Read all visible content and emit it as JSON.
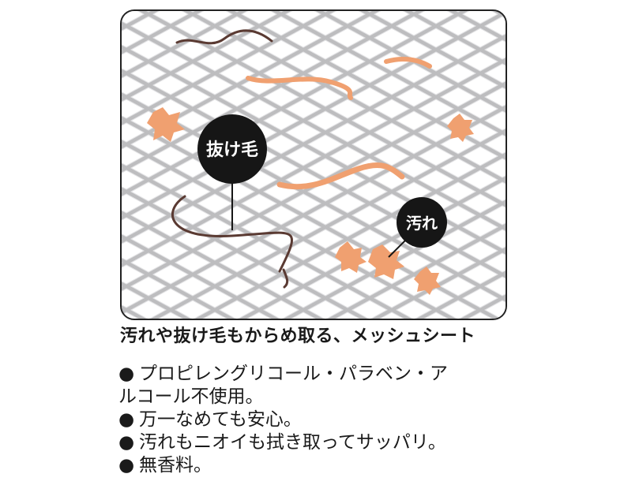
{
  "callouts": {
    "hair_label": "抜け毛",
    "dirt_label": "汚れ"
  },
  "caption": "汚れや抜け毛もからめ取る、メッシュシート",
  "bullet_mark": "●",
  "bullets": [
    {
      "line1": "プロピレングリコール・パラベン・ア",
      "line2": "ルコール不使用。"
    },
    {
      "line1": "万一なめても安心。"
    },
    {
      "line1": "汚れもニオイも拭き取ってサッパリ。"
    },
    {
      "line1": "無香料。"
    }
  ],
  "colors": {
    "mesh_bg": "#bdbdbf",
    "mesh_hole": "#ffffff",
    "hair": "#5a3a32",
    "dirt": "#f0a070",
    "callout": "#161616"
  }
}
